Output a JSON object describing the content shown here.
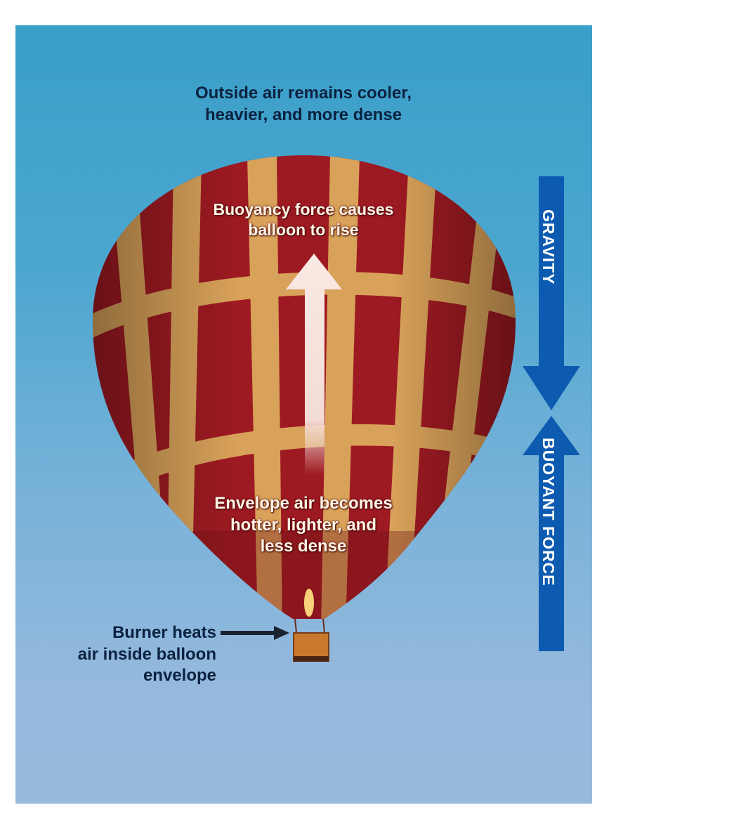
{
  "figure": {
    "labels": {
      "outside_air": "Outside air remains cooler, heavier, and more dense",
      "buoyancy": "Buoyancy force causes balloon to rise",
      "envelope_air": "Envelope air becomes hotter, lighter, and less dense",
      "burner": "Burner heats air inside balloon envelope"
    },
    "outside_air_lines": [
      "Outside air remains cooler,",
      "heavier, and more dense"
    ],
    "buoyancy_lines": [
      "Buoyancy force causes",
      "balloon to rise"
    ],
    "envelope_lines": [
      "Envelope air becomes",
      "hotter, lighter, and",
      "less dense"
    ],
    "burner_lines": [
      "Burner heats",
      "air inside balloon",
      "envelope"
    ],
    "force_arrows": {
      "gravity": "GRAVITY",
      "buoyant_force": "BUOYANT FORCE"
    },
    "colors": {
      "sky_top": "#3a9fc9",
      "sky_bottom": "#98badd",
      "balloon_red": "#9e1a22",
      "balloon_gold": "#d9a25a",
      "force_arrow_blue": "#0d5bb0",
      "dark_text": "#0c2240"
    }
  }
}
